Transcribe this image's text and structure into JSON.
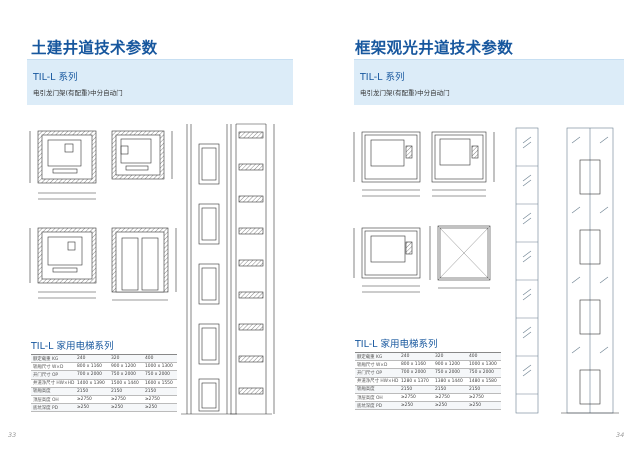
{
  "left_page": {
    "title": "土建井道技术参数",
    "band": {
      "series": "TIL-L 系列",
      "subtitle": "电引龙门架(有配重)中分自动门"
    },
    "section_title": "TIL-L 家用电梯系列",
    "page_number": "33",
    "table": {
      "header": [
        "额定载重 KG",
        "240",
        "320",
        "400"
      ],
      "rows": [
        [
          "轿厢尺寸 W×D",
          "800 x 1160",
          "900 x 1200",
          "1000 x 1300"
        ],
        [
          "开门尺寸 OP",
          "700 x 2000",
          "750 x 2000",
          "750 x 2000"
        ],
        [
          "井道净尺寸 HW×HD",
          "1400 x 1390",
          "1500 x 1440",
          "1600 x 1550"
        ],
        [
          "轿厢高度",
          "2150",
          "2150",
          "2150"
        ],
        [
          "顶层高度 OH",
          "≥2750",
          "≥2750",
          "≥2750"
        ],
        [
          "底坑深度 PD",
          "≥250",
          "≥250",
          "≥250"
        ]
      ]
    }
  },
  "right_page": {
    "title": "框架观光井道技术参数",
    "band": {
      "series": "TIL-L 系列",
      "subtitle": "电引龙门架(有配重)中分自动门"
    },
    "section_title": "TIL-L 家用电梯系列",
    "page_number": "34",
    "table": {
      "header": [
        "额定载重 KG",
        "240",
        "320",
        "400"
      ],
      "rows": [
        [
          "轿厢尺寸 W×D",
          "800 x 1160",
          "900 x 1200",
          "1000 x 1300"
        ],
        [
          "开门尺寸 OP",
          "700 x 2000",
          "750 x 2000",
          "750 x 2000"
        ],
        [
          "井道净尺寸 HW×HD",
          "1280 x 1370",
          "1380 x 1440",
          "1480 x 1580"
        ],
        [
          "轿厢高度",
          "2150",
          "2150",
          "2150"
        ],
        [
          "顶层高度 OH",
          "≥2750",
          "≥2750",
          "≥2750"
        ],
        [
          "底坑深度 PD",
          "≥250",
          "≥250",
          "≥250"
        ]
      ]
    }
  },
  "colors": {
    "title_blue": "#17579e",
    "band_blue": "#dcecf8",
    "drawing_line": "#333333",
    "glass": "#6a7f8f"
  }
}
